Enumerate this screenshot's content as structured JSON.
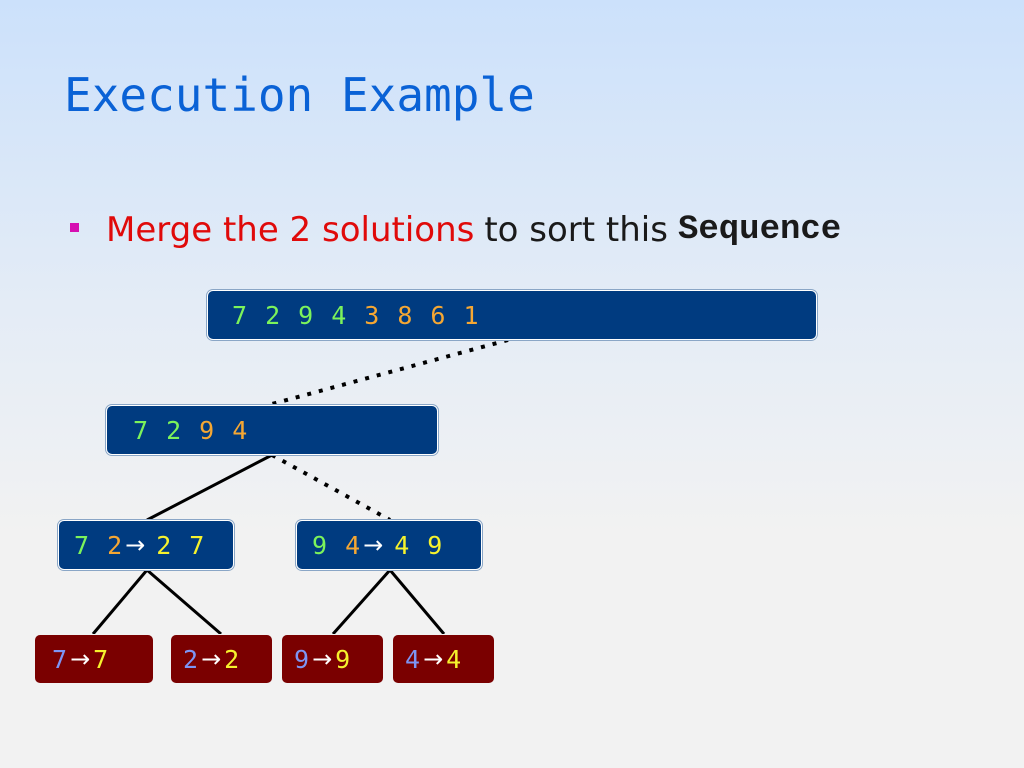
{
  "slide": {
    "title": "Execution Example",
    "bullet": {
      "red_text": "Merge the 2 solutions",
      "plain_text": "to sort this",
      "code_text": "Sequence"
    }
  },
  "colors": {
    "title": "#0a62d6",
    "bullet_marker": "#d60fb1",
    "emphasis_red": "#e00a0a",
    "node_blue": "#003b80",
    "leaf_red": "#7a0000",
    "digit_green": "#7cf35b",
    "digit_orange": "#f5a733",
    "digit_yellow": "#f6f22d",
    "digit_light_blue": "#7d95f4"
  },
  "tree": {
    "root": {
      "tokens": [
        {
          "t": "7",
          "c": "green"
        },
        {
          "t": "2",
          "c": "green"
        },
        {
          "t": "9",
          "c": "green"
        },
        {
          "t": "4",
          "c": "green"
        },
        {
          "t": "3",
          "c": "orange"
        },
        {
          "t": "8",
          "c": "orange"
        },
        {
          "t": "6",
          "c": "orange"
        },
        {
          "t": "1",
          "c": "orange"
        }
      ]
    },
    "level1_left": {
      "tokens": [
        {
          "t": "7",
          "c": "green"
        },
        {
          "t": "2",
          "c": "green"
        },
        {
          "t": "9",
          "c": "orange"
        },
        {
          "t": "4",
          "c": "orange"
        }
      ]
    },
    "level2_left": {
      "input": [
        {
          "t": "7",
          "c": "green"
        },
        {
          "t": "2",
          "c": "orange"
        }
      ],
      "arrow": "→",
      "output": [
        {
          "t": "2",
          "c": "yellow"
        },
        {
          "t": "7",
          "c": "yellow"
        }
      ]
    },
    "level2_right": {
      "input": [
        {
          "t": "9",
          "c": "green"
        },
        {
          "t": "4",
          "c": "orange"
        }
      ],
      "arrow": "→",
      "output": [
        {
          "t": "4",
          "c": "yellow"
        },
        {
          "t": "9",
          "c": "yellow"
        }
      ]
    },
    "leaves": [
      {
        "input": "7",
        "arrow": "→",
        "output": "7"
      },
      {
        "input": "2",
        "arrow": "→",
        "output": "2"
      },
      {
        "input": "9",
        "arrow": "→",
        "output": "9"
      },
      {
        "input": "4",
        "arrow": "→",
        "output": "4"
      }
    ]
  }
}
